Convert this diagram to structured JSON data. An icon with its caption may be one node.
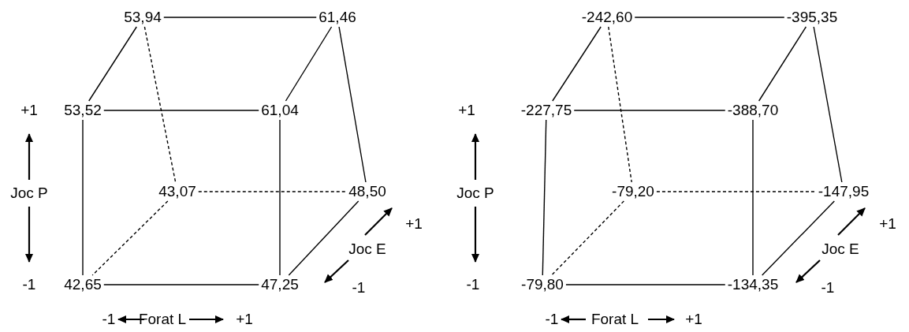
{
  "diagram": {
    "nodes": [
      {
        "text": [
          "53,94"
        ]
      },
      {
        "text": [
          "61,46"
        ]
      },
      {
        "text": [
          "53,52"
        ]
      },
      {
        "text": [
          "61,04"
        ]
      },
      {
        "text": [
          "43,07"
        ]
      },
      {
        "text": [
          "48,50"
        ]
      },
      {
        "text": [
          "42,65"
        ]
      },
      {
        "text": [
          "47,25"
        ]
      },
      {
        "text": [
          "-242,60"
        ]
      },
      {
        "text": [
          "-395,35"
        ]
      },
      {
        "text": [
          "-227,75"
        ]
      },
      {
        "text": [
          "-388,70"
        ]
      },
      {
        "text": [
          "-79,20"
        ]
      },
      {
        "text": [
          "-147,95"
        ]
      },
      {
        "text": [
          "-79,80"
        ]
      },
      {
        "text": [
          "-134,35"
        ]
      }
    ],
    "edges": [
      {
        "from": 0,
        "to": 1,
        "arrow": "none"
      },
      {
        "from": 0,
        "to": 2,
        "arrow": "none"
      },
      {
        "from": 0,
        "to": 4,
        "arrow": "none",
        "style": "dashed"
      },
      {
        "from": 1,
        "to": 3,
        "arrow": "none"
      },
      {
        "from": 1,
        "to": 5,
        "arrow": "none"
      },
      {
        "from": 2,
        "to": 3,
        "arrow": "none"
      },
      {
        "from": 2,
        "to": 6,
        "arrow": "none"
      },
      {
        "from": 3,
        "to": 7,
        "arrow": "none"
      },
      {
        "from": 4,
        "to": 5,
        "arrow": "none",
        "style": "dashed"
      },
      {
        "from": 4,
        "to": 6,
        "arrow": "none",
        "style": "dashed"
      },
      {
        "from": 5,
        "to": 7,
        "arrow": "none"
      },
      {
        "from": 6,
        "to": 7,
        "arrow": "none"
      },
      {
        "from": 8,
        "to": 9,
        "arrow": "none"
      },
      {
        "from": 8,
        "to": 10,
        "arrow": "none"
      },
      {
        "from": 8,
        "to": 12,
        "arrow": "none",
        "style": "dashed"
      },
      {
        "from": 9,
        "to": 11,
        "arrow": "none"
      },
      {
        "from": 9,
        "to": 13,
        "arrow": "none"
      },
      {
        "from": 10,
        "to": 11,
        "arrow": "none"
      },
      {
        "from": 10,
        "to": 14,
        "arrow": "none"
      },
      {
        "from": 11,
        "to": 15,
        "arrow": "none"
      },
      {
        "from": 12,
        "to": 13,
        "arrow": "none",
        "style": "dashed"
      },
      {
        "from": 12,
        "to": 14,
        "arrow": "none",
        "style": "dashed"
      },
      {
        "from": 13,
        "to": 15,
        "arrow": "none"
      },
      {
        "from": 14,
        "to": 15,
        "arrow": "none"
      }
    ],
    "labels": [
      "+1",
      "Joc P",
      "-1",
      "+1",
      "Joc E",
      "-1",
      "-1",
      "Forat L",
      "+1",
      "+1",
      "Joc P",
      "-1",
      "+1",
      "Joc E",
      "-1",
      "-1",
      "Forat L",
      "+1"
    ]
  }
}
